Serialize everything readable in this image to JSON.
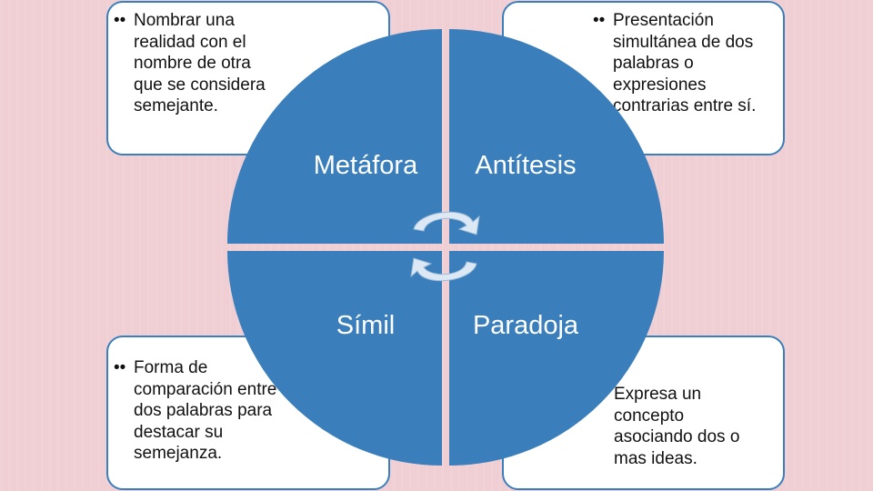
{
  "quadrants": {
    "metafora": {
      "label": "Metáfora"
    },
    "antitesis": {
      "label": "Antítesis"
    },
    "simil": {
      "label": "Símil"
    },
    "paradoja": {
      "label": "Paradoja"
    }
  },
  "boxes": {
    "metafora": {
      "bullet": "••",
      "text": "Nombrar una\nrealidad con el\nnombre de otra\nque se considera\nsemejante."
    },
    "antitesis": {
      "bullet": "••",
      "text": "Presentación\nsimultánea de dos\npalabras o\nexpresiones\ncontrarias entre sí."
    },
    "simil": {
      "bullet": "••",
      "text": "Forma de\ncomparación entre\ndos palabras para\ndestacar su\nsemejanza."
    },
    "paradoja": {
      "bullet": "",
      "text": "Expresa un\nconcepto\nasociando dos o\nmas ideas."
    }
  },
  "colors": {
    "background": "#f0cfd4",
    "quadrant_fill": "#3a7ebb",
    "box_border": "#3a7ebb",
    "arrow_fill": "#dce8f4"
  }
}
